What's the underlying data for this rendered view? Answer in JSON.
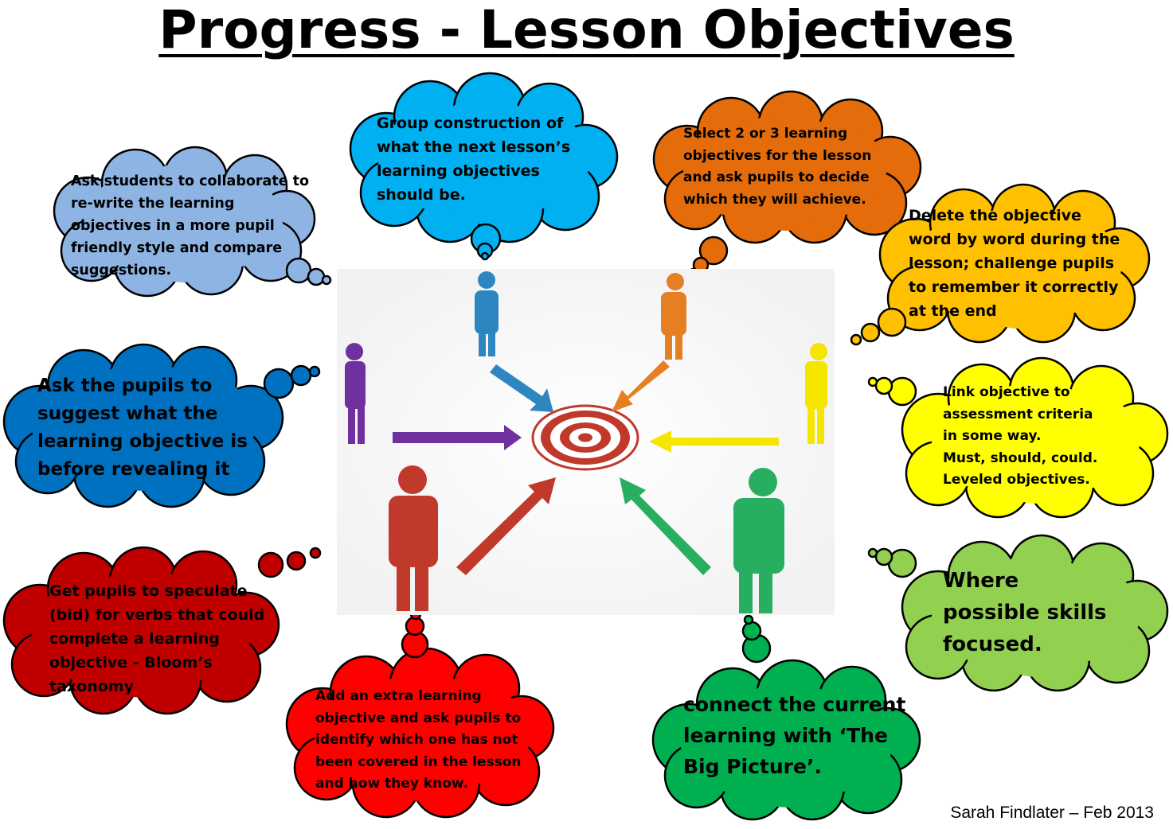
{
  "title": "Progress - Lesson Objectives",
  "credit": "Sarah Findlater – Feb 2013",
  "clouds": [
    {
      "id": "light-blue",
      "color": "#8EB4E3",
      "text": "Ask students to collaborate to\nre-write the learning\nobjectives in a more pupil\nfriendly style and compare\nsuggestions."
    },
    {
      "id": "cyan",
      "color": "#00B0F0",
      "text": "Group construction of\nwhat the next lesson’s\nlearning objectives\nshould be."
    },
    {
      "id": "dark-orange",
      "color": "#E46C0A",
      "text": "Select 2 or 3 learning\nobjectives for the lesson\nand ask pupils to decide\nwhich they will achieve."
    },
    {
      "id": "amber",
      "color": "#FFC000",
      "text": "Delete the objective\nword by word during the\nlesson; challenge pupils\nto remember it correctly\nat the end"
    },
    {
      "id": "blue",
      "color": "#0070C0",
      "text": "Ask the pupils to\nsuggest what the\nlearning objective is\nbefore revealing it"
    },
    {
      "id": "yellow",
      "color": "#FFFF00",
      "text": "Link objective to\nassessment criteria\nin some way.\nMust, should, could.\nLeveled objectives."
    },
    {
      "id": "dark-red",
      "color": "#C00000",
      "text": "Get pupils to speculate\n(bid) for verbs that could\ncomplete a learning\nobjective  - Bloom’s\ntaxonomy"
    },
    {
      "id": "light-green",
      "color": "#92D050",
      "text": "Where\npossible skills\nfocused."
    },
    {
      "id": "red",
      "color": "#FF0000",
      "text": "Add an extra learning\nobjective and ask pupils to\nidentify which one has not\nbeen covered in the lesson\nand how they know."
    },
    {
      "id": "green",
      "color": "#00B050",
      "text": "connect the current\nlearning with ‘The\nBig Picture’."
    }
  ]
}
